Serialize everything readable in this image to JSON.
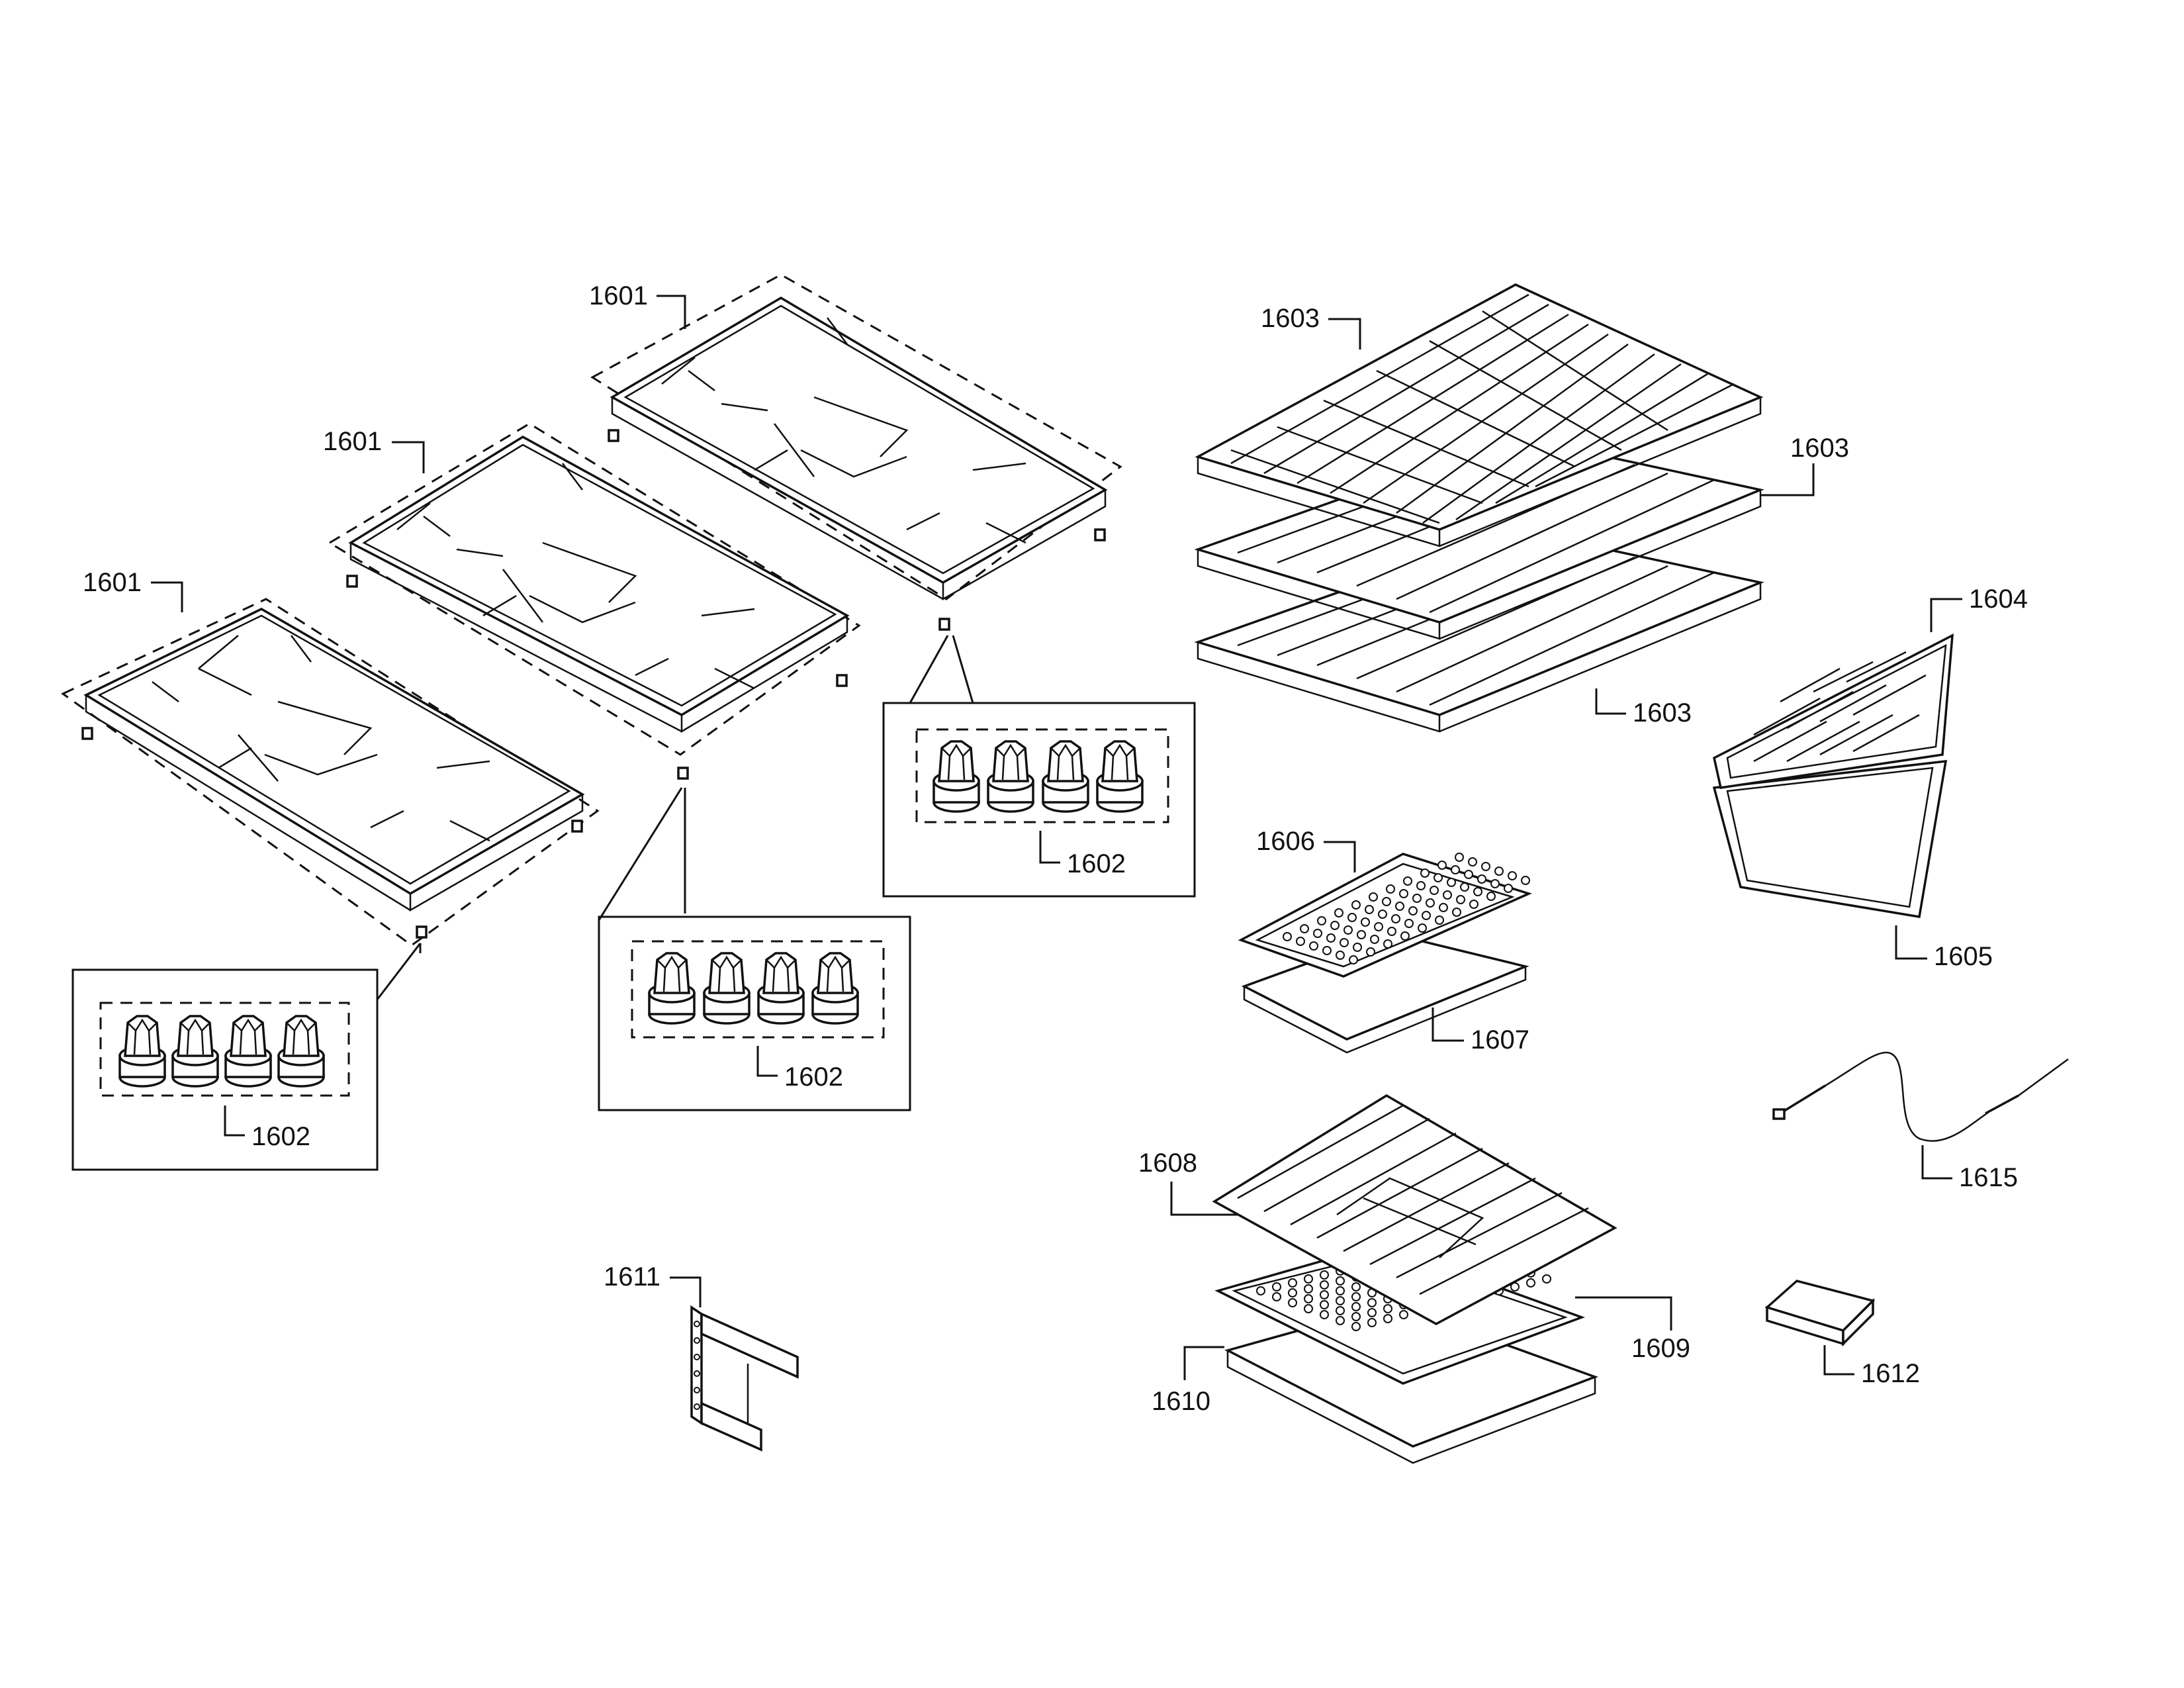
{
  "diagram": {
    "callouts": {
      "grate_right": "1601",
      "grate_middle": "1601",
      "grate_left": "1601",
      "feet_right": "1602",
      "feet_middle": "1602",
      "feet_left": "1602",
      "rack_top": "1603",
      "rack_middle": "1603",
      "rack_bottom": "1603",
      "broiler_grid": "1604",
      "broiler_pan": "1605",
      "small_insert": "1606",
      "small_pan": "1607",
      "roast_rack": "1608",
      "roast_insert": "1609",
      "roast_pan": "1610",
      "bracket": "1611",
      "sponge": "1612",
      "meat_probe": "1615"
    }
  }
}
